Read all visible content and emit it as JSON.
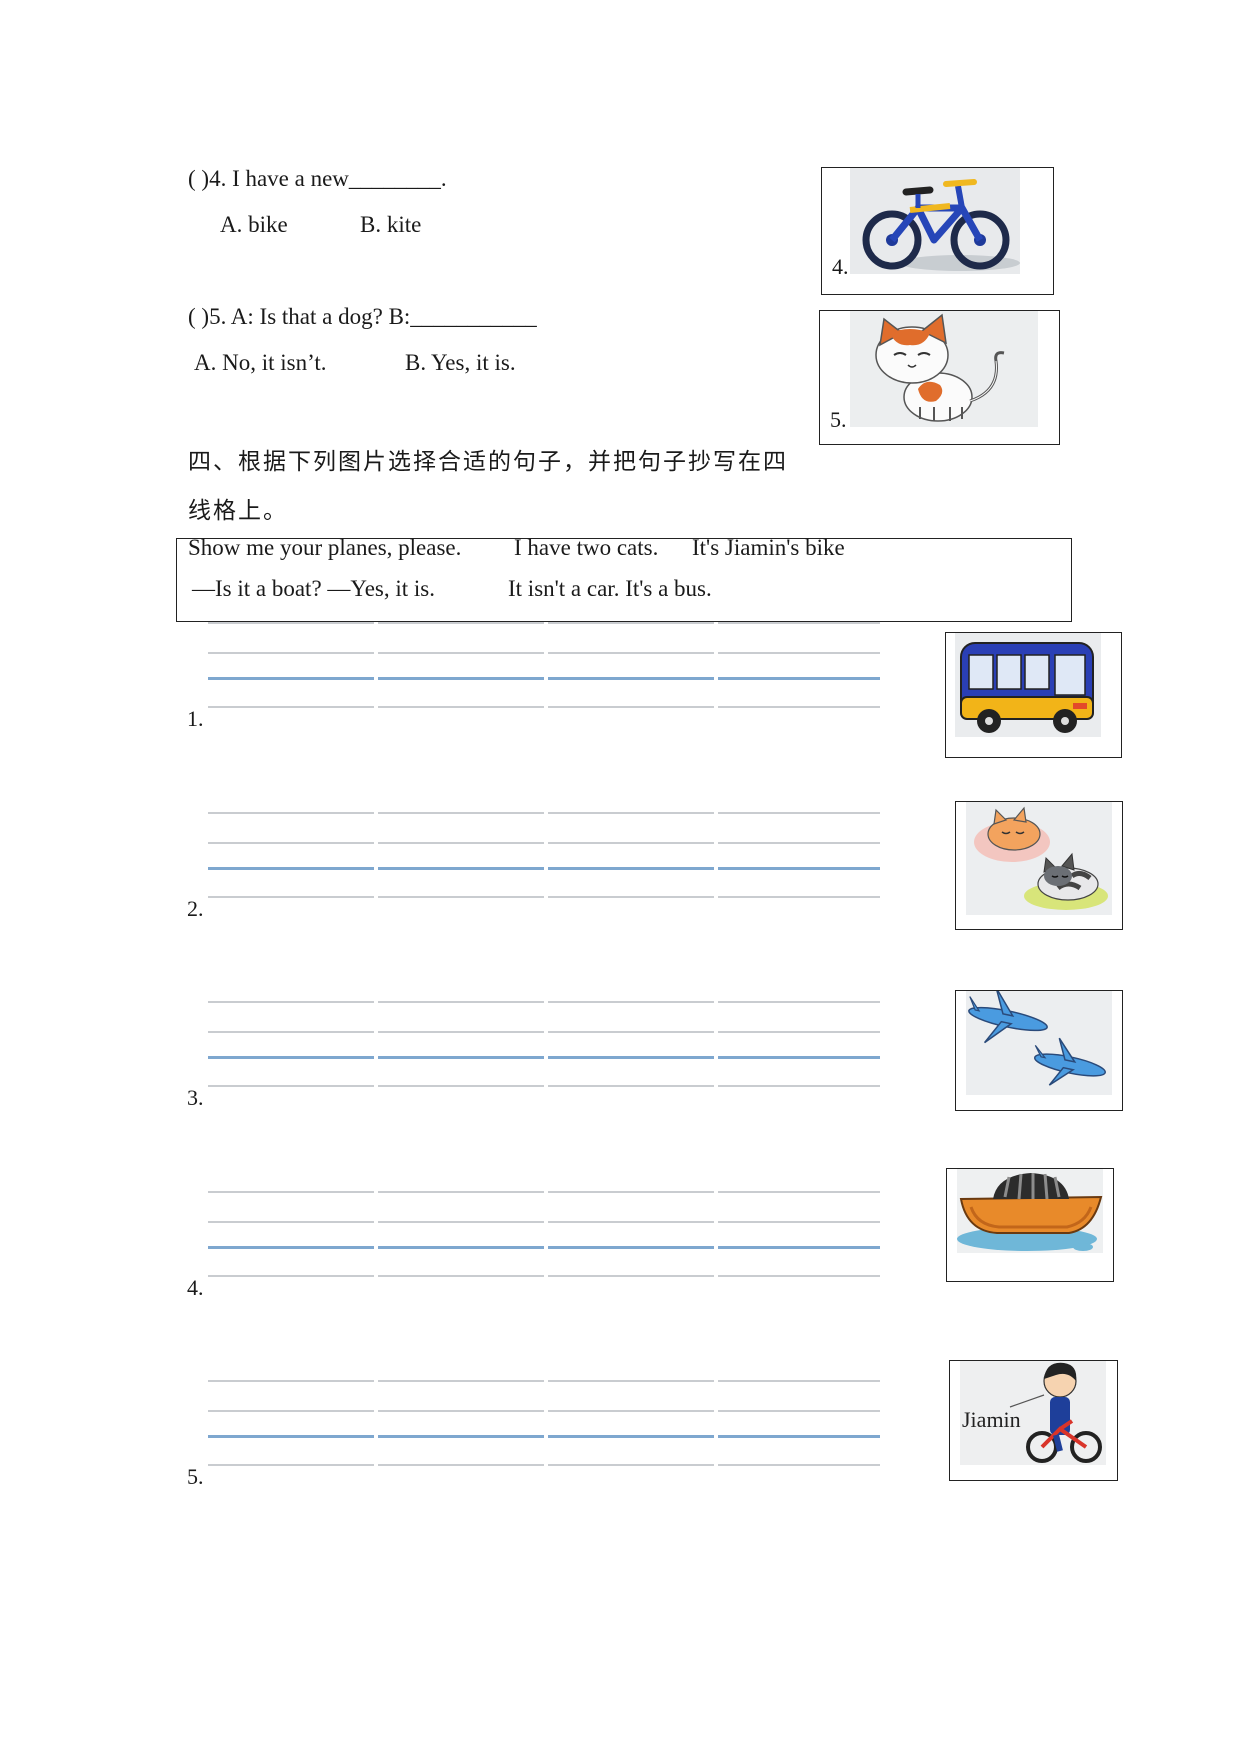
{
  "section3": {
    "q4": {
      "stem": "(   )4. I have a new________.",
      "option_a": "A. bike",
      "option_b": "B. kite",
      "picture_label": "4.",
      "picture_icon": "bike-icon"
    },
    "q5": {
      "stem": "(   )5. A: Is that a dog?    B:___________",
      "option_a": "A. No, it isn’t.",
      "option_b": "B. Yes, it is.",
      "picture_label": "5.",
      "picture_icon": "cat-icon"
    }
  },
  "section4": {
    "heading_line1": "四、根据下列图片选择合适的句子，并把句子抄写在四",
    "heading_line2": "线格上。",
    "sentence_bank": {
      "line1_a": "Show me your planes, please.",
      "line1_b": "I have two cats.",
      "line1_c": "It's Jiamin's bike",
      "line2_a": "—Is it a boat? —Yes, it is.",
      "line2_b": "It isn't a car. It's a bus."
    },
    "items": [
      {
        "number": "1.",
        "icon": "bus-icon"
      },
      {
        "number": "2.",
        "icon": "two-cats-icon"
      },
      {
        "number": "3.",
        "icon": "planes-icon"
      },
      {
        "number": "4.",
        "icon": "boat-icon"
      },
      {
        "number": "5.",
        "icon": "boy-bike-icon",
        "picture_text": "Jiamin"
      }
    ]
  },
  "colors": {
    "guide_line_gray": "#c9ccd0",
    "guide_line_blue": "#7ea7cf",
    "border": "#222222"
  }
}
